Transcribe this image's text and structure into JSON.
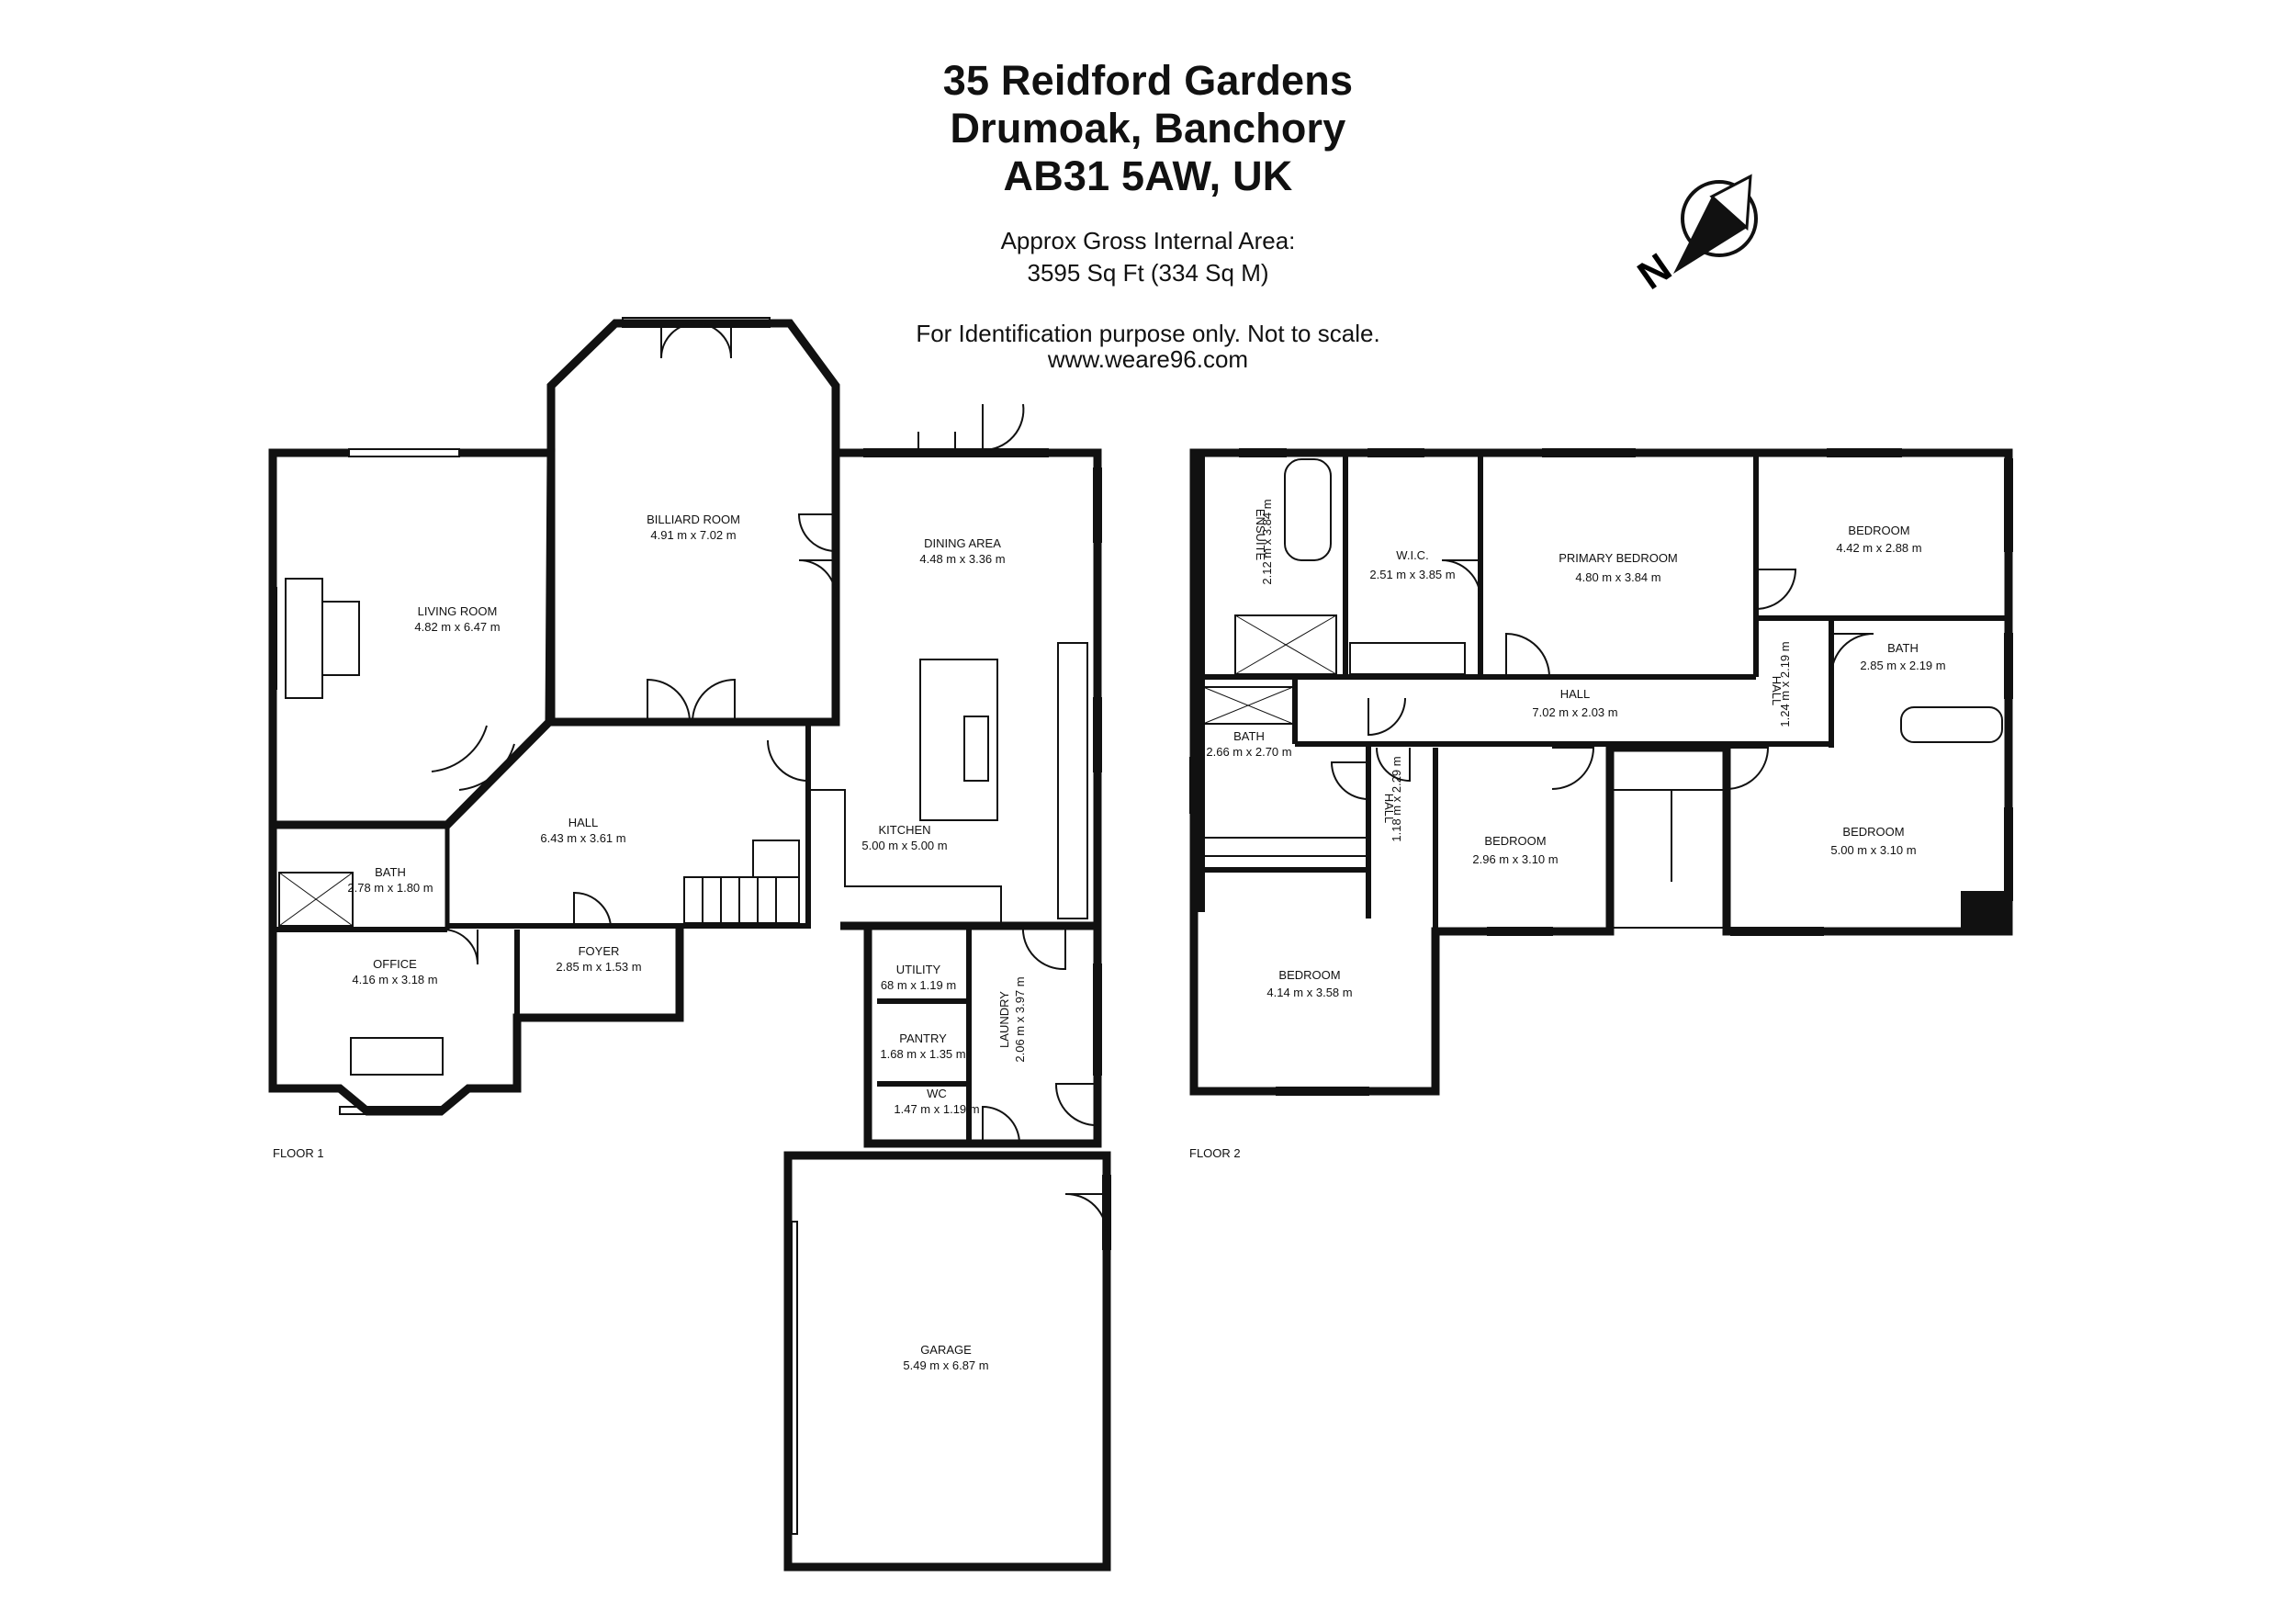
{
  "header": {
    "address_line1": "35 Reidford Gardens",
    "address_line2": "Drumoak, Banchory",
    "address_line3": "AB31 5AW, UK",
    "area_label": "Approx Gross Internal Area:",
    "area_value": "3595 Sq Ft (334 Sq M)",
    "disclaimer": "For Identification purpose only. Not to scale.",
    "website": "www.weare96.com"
  },
  "compass": {
    "icon": "north-arrow-icon",
    "label": "N"
  },
  "floors": [
    {
      "label": "FLOOR 1",
      "rooms": [
        {
          "name": "LIVING ROOM",
          "dims": "4.82 m x 6.47 m"
        },
        {
          "name": "BILLIARD ROOM",
          "dims": "4.91 m x 7.02 m"
        },
        {
          "name": "DINING AREA",
          "dims": "4.48 m x 3.36 m"
        },
        {
          "name": "HALL",
          "dims": "6.43 m x 3.61 m"
        },
        {
          "name": "KITCHEN",
          "dims": "5.00 m x 5.00 m"
        },
        {
          "name": "BATH",
          "dims": "2.78 m x 1.80 m"
        },
        {
          "name": "OFFICE",
          "dims": "4.16 m x 3.18 m"
        },
        {
          "name": "FOYER",
          "dims": "2.85 m x 1.53 m"
        },
        {
          "name": "UTILITY",
          "dims": "68 m x 1.19 m"
        },
        {
          "name": "PANTRY",
          "dims": "1.68 m x 1.35 m"
        },
        {
          "name": "LAUNDRY",
          "dims": "2.06 m x 3.97 m"
        },
        {
          "name": "WC",
          "dims": "1.47 m x 1.19 m"
        },
        {
          "name": "GARAGE",
          "dims": "5.49 m x 6.87 m"
        }
      ]
    },
    {
      "label": "FLOOR 2",
      "rooms": [
        {
          "name": "ENSUITE",
          "dims": "2.12 m x 3.84 m"
        },
        {
          "name": "W.I.C.",
          "dims": "2.51 m x 3.85 m"
        },
        {
          "name": "PRIMARY BEDROOM",
          "dims": "4.80 m x 3.84 m"
        },
        {
          "name": "BEDROOM",
          "dims": "4.42 m x 2.88 m"
        },
        {
          "name": "BATH",
          "dims": "2.85 m x 2.19 m"
        },
        {
          "name": "HALL",
          "dims": "1.24 m x 2.19 m"
        },
        {
          "name": "HALL",
          "dims": "7.02 m x 2.03 m"
        },
        {
          "name": "BATH",
          "dims": "2.66 m x 2.70 m"
        },
        {
          "name": "HALL",
          "dims": "1.18 m x 2.29 m"
        },
        {
          "name": "BEDROOM",
          "dims": "2.96 m x 3.10 m"
        },
        {
          "name": "BEDROOM",
          "dims": "5.00 m x 3.10 m"
        },
        {
          "name": "BEDROOM",
          "dims": "4.14 m x 3.58 m"
        }
      ]
    }
  ]
}
